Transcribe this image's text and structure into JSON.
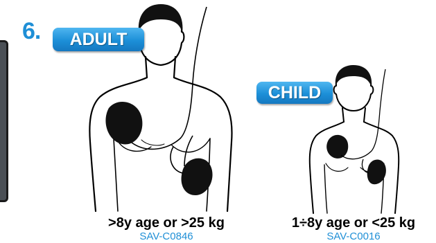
{
  "step": {
    "number": "6."
  },
  "adult": {
    "badge": "ADULT",
    "criteria": ">8y age or >25 kg",
    "code": "SAV-C0846"
  },
  "child": {
    "badge": "CHILD",
    "criteria": "1÷8y age or <25 kg",
    "code": "SAV-C0016"
  },
  "colors": {
    "accent": "#1f8fd6",
    "badge_top": "#4fb6f0",
    "badge_bottom": "#1578c0",
    "pad": "#111111",
    "tab": "#4a4f55"
  },
  "icons": [
    "adult-torso-illustration",
    "child-torso-illustration",
    "electrode-pad-icon"
  ]
}
